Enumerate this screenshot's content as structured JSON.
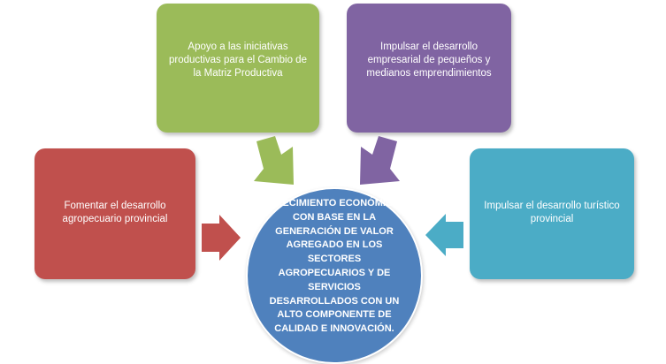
{
  "colors": {
    "green": "#9BBB59",
    "purple": "#8064A2",
    "red": "#C0504D",
    "teal": "#4BACC6",
    "center": "#4F81BD"
  },
  "boxes": {
    "top_left": "Apoyo a las iniciativas productivas para el Cambio de la Matriz Productiva",
    "top_right": "Impulsar el desarrollo empresarial de pequeños y medianos emprendimientos",
    "left": "Fomentar el desarrollo agropecuario provincial",
    "right": "Impulsar el desarrollo turístico provincial"
  },
  "center": {
    "text": "CRECIMIENTO ECONÓMICO CON BASE EN LA GENERACIÓN DE VALOR AGREGADO EN LOS SECTORES AGROPECUARIOS Y DE SERVICIOS DESARROLLADOS CON UN ALTO COMPONENTE DE CALIDAD E INNOVACIÓN."
  }
}
